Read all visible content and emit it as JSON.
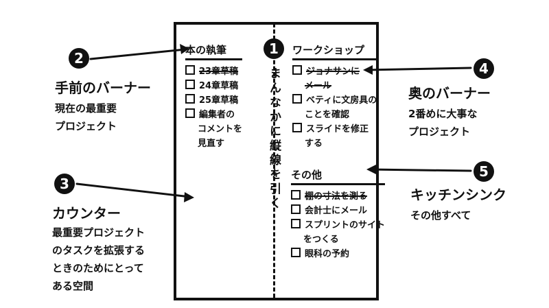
{
  "notebook": {
    "divider_label": "まんなかに縦線を引く",
    "left": {
      "title": "本の執筆",
      "items": [
        {
          "text": "23章草稿",
          "done": true
        },
        {
          "text": "24章草稿",
          "done": false
        },
        {
          "text": "25章草稿",
          "done": false
        },
        {
          "text": "編集者の",
          "done": false
        },
        {
          "text": "コメントを",
          "cont": true
        },
        {
          "text": "見直す",
          "cont": true
        }
      ]
    },
    "right_top": {
      "title": "ワークショップ",
      "items": [
        {
          "text": "ジョナサンに",
          "done": true
        },
        {
          "text": "メール",
          "cont": true,
          "done": true
        },
        {
          "text": "ベティに文房具の",
          "done": false
        },
        {
          "text": "ことを確認",
          "cont": true
        },
        {
          "text": "スライドを修正",
          "done": false
        },
        {
          "text": "する",
          "cont": true
        }
      ]
    },
    "right_bottom": {
      "title": "その他",
      "items": [
        {
          "text": "棚の寸法を測る",
          "done": true
        },
        {
          "text": "会計士にメール",
          "done": false
        },
        {
          "text": "スプリントのサイト",
          "done": false
        },
        {
          "text": "をつくる",
          "cont": true
        },
        {
          "text": "眼科の予約",
          "done": false
        }
      ]
    }
  },
  "badges": {
    "b1": "1",
    "b2": "2",
    "b3": "3",
    "b4": "4",
    "b5": "5"
  },
  "callouts": {
    "c2": {
      "title": "手前のバーナー",
      "lines": [
        "現在の最重要",
        "プロジェクト"
      ]
    },
    "c3": {
      "title": "カウンター",
      "lines": [
        "最重要プロジェクト",
        "のタスクを拡張する",
        "ときのためにとって",
        "ある空間"
      ]
    },
    "c4": {
      "title": "奥のバーナー",
      "lines": [
        "2番めに大事な",
        "プロジェクト"
      ]
    },
    "c5": {
      "title": "キッチンシンク",
      "lines": [
        "その他すべて"
      ]
    }
  }
}
